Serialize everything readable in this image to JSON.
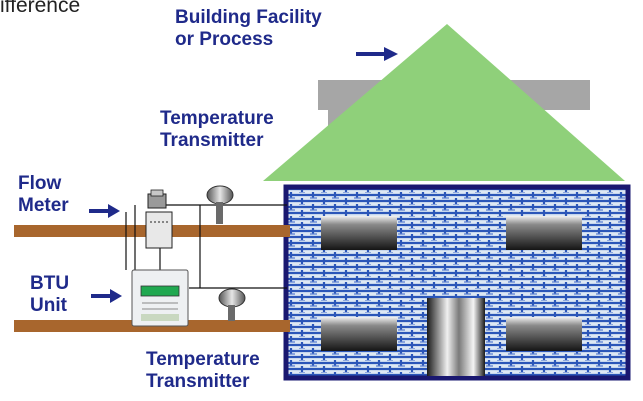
{
  "top_left_fragment": "ifference",
  "labels": {
    "building": {
      "line1": "Building Facility",
      "line2": "or Process"
    },
    "temp_top": {
      "line1": "Temperature",
      "line2": "Transmitter"
    },
    "flow_meter": {
      "line1": "Flow",
      "line2": "Meter"
    },
    "btu_unit": {
      "line1": "BTU",
      "line2": "Unit"
    },
    "temp_bottom": {
      "line1": "Temperature",
      "line2": "Transmitter"
    }
  },
  "colors": {
    "label_text": "#1f2a8a",
    "arrow": "#1f2a8a",
    "roof": "#8fd07a",
    "chimney": "#a6a6a6",
    "wall_border": "#1a1870",
    "wall_fill": "#dde8f4",
    "brick_pattern": "#2b56b8",
    "pipe": "#a8662d",
    "window_dark": "#202020",
    "btu_display": "#20a850"
  },
  "icons": {
    "arrow": "right-arrow",
    "flow_meter": "flow-meter-device",
    "btu_unit": "btu-controller-device",
    "temperature_sensor": "temperature-probe"
  }
}
